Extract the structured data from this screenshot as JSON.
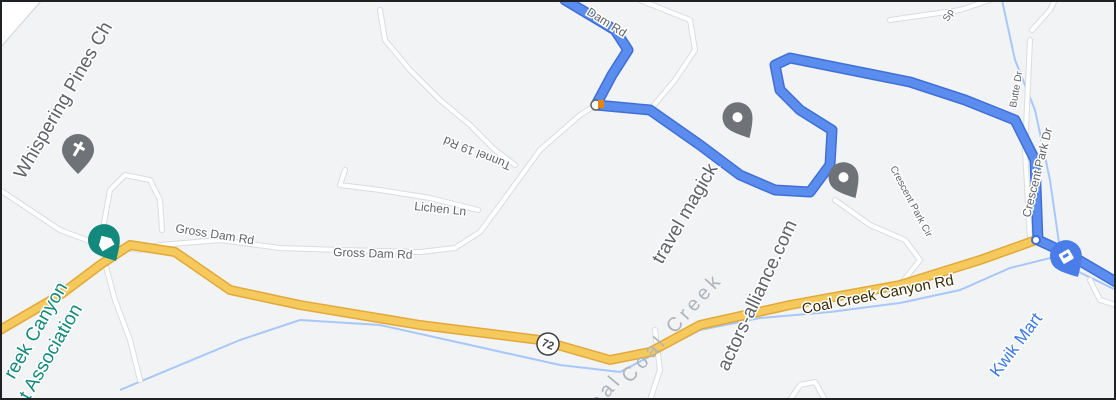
{
  "map": {
    "colors": {
      "land": "#f1f3f4",
      "minor_road": "#ffffff",
      "minor_road_edge": "#dadce0",
      "highway": "#f6c95c",
      "highway_edge": "#e2a93a",
      "route": "#5b8def",
      "route_edge": "#3f6fd6",
      "stream": "#a8c7fa",
      "pin_gray": "#6f7378",
      "pin_teal": "#12897c",
      "pin_blue": "#4a7de8"
    },
    "roads": {
      "gross_dam_rd_top": "Dam Rd",
      "tunnel_19_rd": "Tunnel 19 Rd",
      "lichen_ln": "Lichen Ln",
      "gross_dam_rd_1": "Gross Dam Rd",
      "gross_dam_rd_2": "Gross Dam Rd",
      "coal_creek_canyon_rd": "Coal Creek Canyon Rd",
      "crescent_park_dr": "Crescent Park Dr",
      "crescent_park_cir": "Crescent Park Cir",
      "butte_dr": "Butte Dr",
      "top_partial": "Sp"
    },
    "highway_shield": "72",
    "water": {
      "coal_creek_1": "Coal Creek",
      "coal_creek_2": "oal"
    },
    "pois": {
      "whispering_pines": "Whispering Pines Ch",
      "travel_magick": "travel magick",
      "actors_alliance": "actors-alliance.com",
      "kwik_mart": "Kwik Mart",
      "canyon_association_line1": "reek Canyon",
      "canyon_association_line2": "nt Association"
    },
    "icons": {
      "church": "church-cross-icon",
      "generic": "map-pin-icon",
      "community": "community-center-icon",
      "store": "convenience-store-icon"
    }
  }
}
